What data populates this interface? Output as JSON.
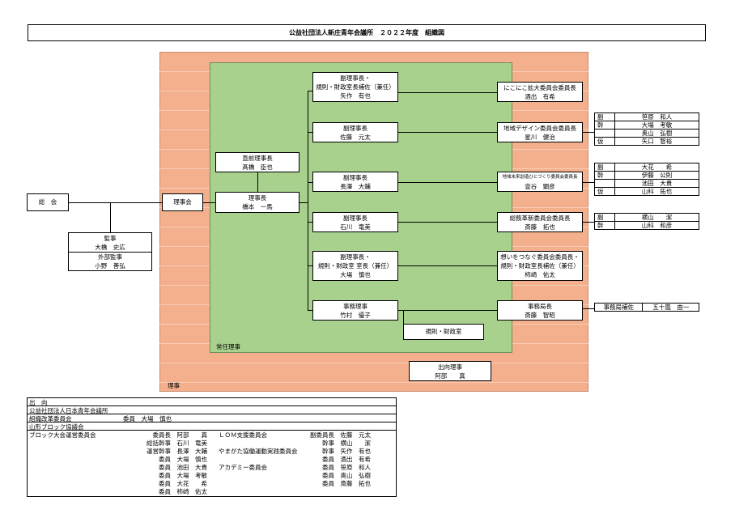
{
  "title": "公益社団法人新庄青年会議所　２０２２年度　組織図",
  "labels": {
    "soukai": "総　会",
    "rijikai": "理事会",
    "riji": "理事",
    "joninriji": "常任理事"
  },
  "kanji": {
    "line1": "監事",
    "line2": "大橋　史広",
    "line3": "外部監事",
    "line4": "小野　善弘"
  },
  "zenri": {
    "line1": "直前理事長",
    "line2": "髙橋　臣也"
  },
  "rijicho": {
    "line1": "理事長",
    "line2": "橋本　一馬"
  },
  "vice": [
    {
      "line1": "副理事長・",
      "line2": "規則・財政室長補佐（兼任）",
      "line3": "矢作　有也"
    },
    {
      "line1": "副理事長",
      "line2": "佐藤　元太"
    },
    {
      "line1": "副理事長",
      "line2": "長澤　大輔"
    },
    {
      "line1": "副理事長",
      "line2": "石川　竜美"
    },
    {
      "line1": "副理事長・",
      "line2": "規則・財政室 室長（兼任）",
      "line3": "大場　慎也"
    },
    {
      "line1": "事務理事",
      "line2": "竹村　優子"
    }
  ],
  "kisoku": "規則・財政室",
  "shukko": {
    "line1": "出向理事",
    "line2": "阿部　　真"
  },
  "committees": [
    {
      "line1": "にこにこ拡大委員会委員長",
      "line2": "酒出　有希"
    },
    {
      "line1": "地域デザイン委員会委員長",
      "line2": "星川　健治"
    },
    {
      "line1": "地域未来創造ひとづくり委員会委員長",
      "line2": "壹谷　顕彦"
    },
    {
      "line1": "総務革新委員会委員長",
      "line2": "斎藤　拓也"
    },
    {
      "line1": "想いをつなぐ委員会委員長・",
      "line2": "規則・財政室長補佐（兼任）",
      "line3": "柿崎　佑太"
    },
    {
      "line1": "事務局長",
      "line2": "斎藤　智昭"
    }
  ],
  "members": [
    [
      [
        "副",
        "笹原　和人"
      ],
      [
        "幹",
        "大場　考敏"
      ],
      [
        "",
        "奥山　弘樹"
      ],
      [
        "仮",
        "矢口　智裕"
      ]
    ],
    [
      [
        "副",
        "大花　　希"
      ],
      [
        "幹",
        "伊藤　公則"
      ],
      [
        "",
        "池田　大貴"
      ],
      [
        "仮",
        "山科　拓也"
      ]
    ],
    [
      [
        "副",
        "横山　　潔"
      ],
      [
        "幹",
        "山科　和彦"
      ]
    ],
    [
      [
        "事務局補佐",
        "五十嵐　由一"
      ]
    ]
  ],
  "bottom": {
    "h1": "出　向",
    "h2": "公益社団法人日本青年会議所",
    "row3a": "組織改革委員会",
    "row3b": "委員　大場　慎也",
    "h4": "山形ブロック協議会",
    "row5a": "ブロック大会運営委員会",
    "left": [
      "委員長　阿部　　真",
      "総括幹事　石川　竜美",
      "運営幹事　長澤　大輔",
      "委員　大場　慎也",
      "委員　池田　大貴",
      "委員　大場　考敏",
      "委員　大花　　希",
      "委員　柿崎　佑太"
    ],
    "mid1": "ＬＯＭ支援委員会",
    "mid2": "やまがた協働運動実践委員会",
    "mid3": "アカデミー委員会",
    "right": [
      "副委員長　佐藤　元太",
      "幹事　横山　　潔",
      "幹事　矢作　有也",
      "委員　酒出　有希",
      "委員　笹原　和人",
      "委員　奥山　弘樹",
      "委員　斎藤　拓也"
    ]
  }
}
